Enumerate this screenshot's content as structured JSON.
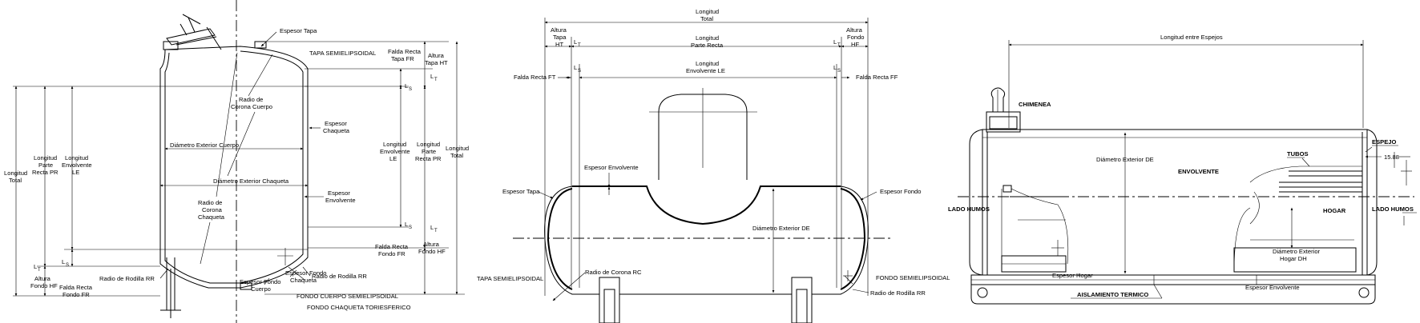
{
  "vertical_tank": {
    "labels": {
      "espesor_tapa": "Espesor Tapa",
      "tapa_semielipsoidal": "TAPA SEMIELIPSOIDAL",
      "falda_recta_tapa_1": "Falda Recta",
      "falda_recta_tapa_2": "Tapa FR",
      "altura_tapa_1": "Altura",
      "altura_tapa_2": "Tapa HT",
      "lt_sub": "T",
      "ls_sub": "S",
      "radio_corona_cuerpo_1": "Radio de",
      "radio_corona_cuerpo_2": "Corona Cuerpo",
      "espesor_chaqueta_1": "Espesor",
      "espesor_chaqueta_2": "Chaqueta",
      "diametro_exterior_cuerpo": "Diámetro Exterior Cuerpo",
      "diametro_exterior_chaqueta": "Diámetro Exterior Chaqueta",
      "espesor_envolvente_1": "Espesor",
      "espesor_envolvente_2": "Envolvente",
      "radio_corona_chaqueta_1": "Radio de",
      "radio_corona_chaqueta_2": "Corona",
      "radio_corona_chaqueta_3": "Chaqueta",
      "radio_rodilla_rr_left": "Radio de Rodilla RR",
      "radio_rodilla_rr_right": "Radio de Rodilla RR",
      "longitud_total_1": "Longitud",
      "longitud_total_2": "Total",
      "longitud_parte_recta_1": "Longitud",
      "longitud_parte_recta_2": "Parte",
      "longitud_parte_recta_3": "Recta PR",
      "longitud_envolvente_1": "Longitud",
      "longitud_envolvente_2": "Envolvente",
      "longitud_envolvente_3": "LE",
      "altura_fondo_1": "Altura",
      "altura_fondo_2": "Fondo HF",
      "falda_recta_fondo_1": "Falda Recta",
      "falda_recta_fondo_2": "Fondo FR",
      "espesor_fondo_cuerpo_1": "Espesor Fondo",
      "espesor_fondo_cuerpo_2": "Cuerpo",
      "espesor_fondo_chaqueta_1": "Espesor Fondo",
      "espesor_fondo_chaqueta_2": "Chaqueta",
      "fondo_cuerpo": "FONDO CUERPO SEMIELIPSOIDAL",
      "fondo_chaqueta": "FONDO CHAQUETA TORIESFERICO",
      "longitud_env_r_1": "Longitud",
      "longitud_env_r_2": "Envolvente",
      "longitud_env_r_3": "LE",
      "longitud_pr_r_1": "Longitud",
      "longitud_pr_r_2": "Parte",
      "longitud_pr_r_3": "Recta PR",
      "longitud_total_r_1": "Longitud",
      "longitud_total_r_2": "Total",
      "altura_fondo_r_1": "Altura",
      "altura_fondo_r_2": "Fondo HF"
    }
  },
  "horizontal_tank": {
    "labels": {
      "longitud_total_1": "Longitud",
      "longitud_total_2": "Total",
      "altura_tapa_1": "Altura",
      "altura_tapa_2": "Tapa",
      "altura_tapa_3": "HT",
      "altura_fondo_1": "Altura",
      "altura_fondo_2": "Fondo",
      "altura_fondo_3": "HF",
      "longitud_parte_recta_1": "Longitud",
      "longitud_parte_recta_2": "Parte Recta",
      "longitud_envolvente_1": "Longitud",
      "longitud_envolvente_2": "Envolvente LE",
      "falda_recta_ft": "Falda Recta FT",
      "falda_recta_ff": "Falda Recta FF",
      "espesor_envolvente": "Espesor Envolvente",
      "espesor_tapa": "Espesor Tapa",
      "espesor_fondo": "Espesor Fondo",
      "diametro_exterior": "Diámetro Exterior DE",
      "radio_corona": "Radio de Corona RC",
      "tapa_semielipsoidal": "TAPA SEMIELIPSOIDAL",
      "fondo_semielipsoidal": "FONDO SEMIELIPSOIDAL",
      "radio_rodilla": "Radio de Rodilla RR",
      "lt_sub": "T",
      "ls_sub": "S"
    }
  },
  "boiler": {
    "labels": {
      "longitud_entre_espejos": "Longitud entre Espejos",
      "chimenea": "CHIMENEA",
      "espejo": "ESPEJO",
      "dimension_1588": "15.88",
      "diametro_exterior_de": "Diámetro Exterior DE",
      "envolvente": "ENVOLVENTE",
      "tubos": "TUBOS",
      "lado_humos_left": "LADO HUMOS",
      "lado_humos_right": "LADO HUMOS",
      "hogar": "HOGAR",
      "diametro_hogar_1": "Diámetro Exterior",
      "diametro_hogar_2": "Hogar DH",
      "espesor_hogar": "Espesor Hogar",
      "espesor_envolvente": "Espesor Envolvente",
      "aislamiento_termico": "AISLAMIENTO TERMICO"
    }
  }
}
